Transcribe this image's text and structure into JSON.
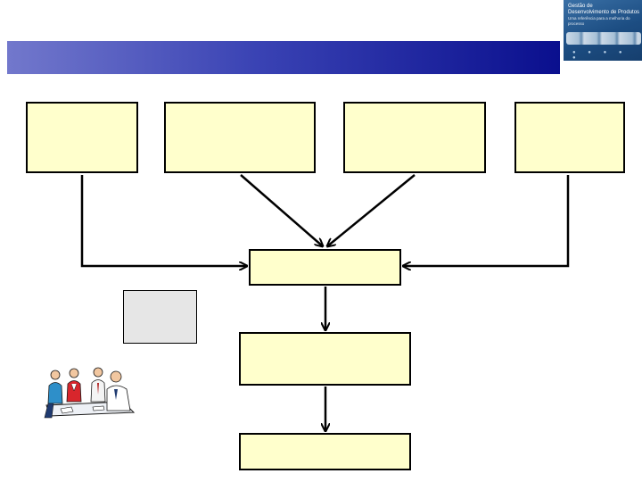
{
  "title": "",
  "logo": {
    "line1": "Gestão de",
    "line2": "Desenvolvimento de Produtos",
    "line3": "Uma referência para a melhoria do processo"
  },
  "boxes": {
    "input_1": "",
    "input_2": "",
    "input_3": "",
    "input_4": "",
    "merge": "",
    "middle": "",
    "output": "",
    "side_note": ""
  },
  "colors": {
    "box_fill": "#ffffcc",
    "gray_fill": "#e6e6e6",
    "title_bar_start": "#7278cc",
    "title_bar_end": "#0a0f8e"
  },
  "icons": [
    "team-meeting-icon"
  ]
}
